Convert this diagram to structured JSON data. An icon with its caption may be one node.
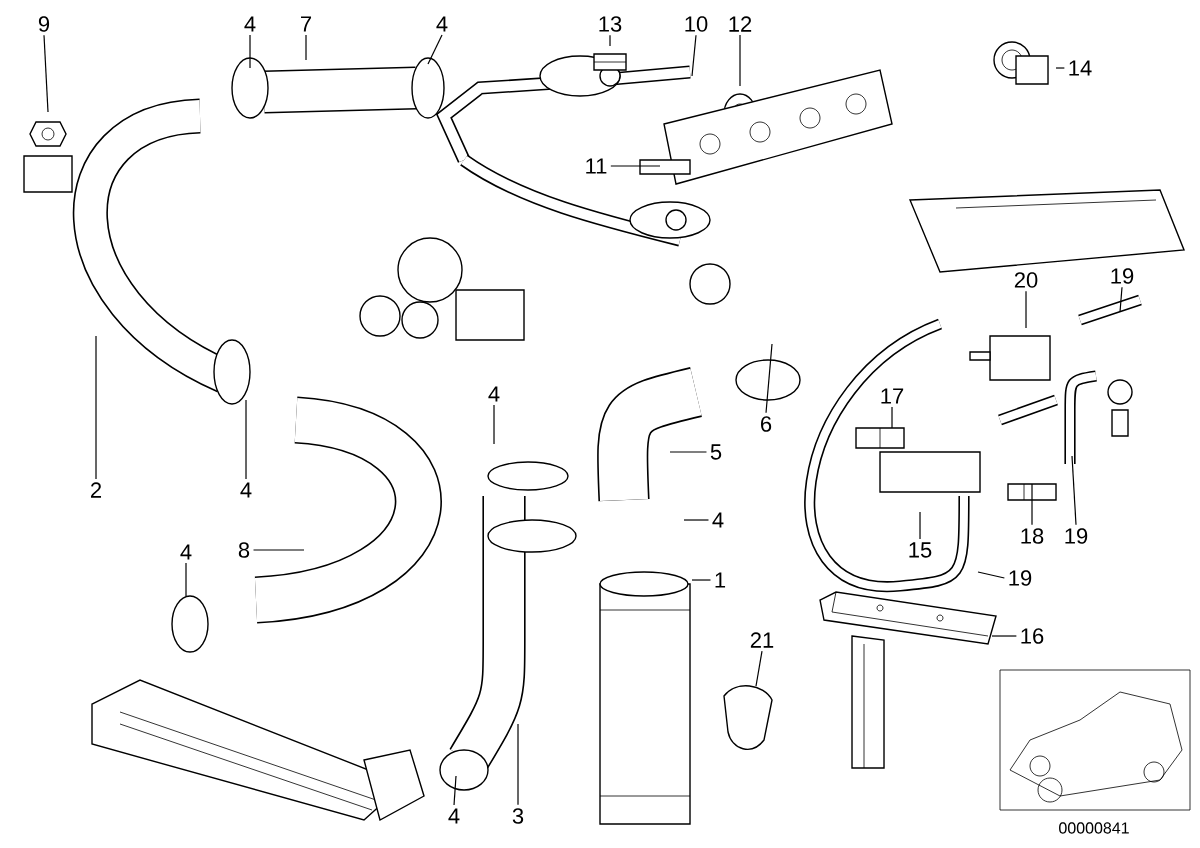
{
  "diagram": {
    "nodes": [
      {
        "text": [
          "9"
        ]
      },
      {
        "text": [
          "4"
        ]
      },
      {
        "text": [
          "7"
        ]
      },
      {
        "text": [
          "4"
        ]
      },
      {
        "text": [
          "13"
        ]
      },
      {
        "text": [
          "10"
        ]
      },
      {
        "text": [
          "12"
        ]
      },
      {
        "text": [
          "14"
        ]
      },
      {
        "text": [
          "11"
        ]
      },
      {
        "text": [
          "20"
        ]
      },
      {
        "text": [
          "19"
        ]
      },
      {
        "text": [
          "4"
        ]
      },
      {
        "text": [
          "17"
        ]
      },
      {
        "text": [
          "6"
        ]
      },
      {
        "text": [
          "5"
        ]
      },
      {
        "text": [
          "2"
        ]
      },
      {
        "text": [
          "4"
        ]
      },
      {
        "text": [
          "4"
        ]
      },
      {
        "text": [
          "18"
        ]
      },
      {
        "text": [
          "19"
        ]
      },
      {
        "text": [
          "8"
        ]
      },
      {
        "text": [
          "15"
        ]
      },
      {
        "text": [
          "4"
        ]
      },
      {
        "text": [
          "19"
        ]
      },
      {
        "text": [
          "1"
        ]
      },
      {
        "text": [
          "16"
        ]
      },
      {
        "text": [
          "21"
        ]
      },
      {
        "text": [
          "4"
        ]
      },
      {
        "text": [
          "3"
        ]
      }
    ],
    "edges": [
      {
        "from": 0,
        "to": null,
        "arrow": "none"
      },
      {
        "from": 1,
        "to": null,
        "arrow": "none"
      },
      {
        "from": 2,
        "to": null,
        "arrow": "none"
      },
      {
        "from": 3,
        "to": null,
        "arrow": "none"
      },
      {
        "from": 4,
        "to": null,
        "arrow": "none"
      },
      {
        "from": 5,
        "to": null,
        "arrow": "none"
      },
      {
        "from": 6,
        "to": null,
        "arrow": "none"
      },
      {
        "from": 7,
        "to": null,
        "arrow": "none"
      },
      {
        "from": 8,
        "to": null,
        "arrow": "none"
      },
      {
        "from": 9,
        "to": null,
        "arrow": "none"
      },
      {
        "from": 10,
        "to": null,
        "arrow": "none"
      },
      {
        "from": 11,
        "to": null,
        "arrow": "none"
      },
      {
        "from": 12,
        "to": null,
        "arrow": "none"
      },
      {
        "from": 13,
        "to": null,
        "arrow": "none"
      },
      {
        "from": 14,
        "to": null,
        "arrow": "none"
      },
      {
        "from": 15,
        "to": null,
        "arrow": "none"
      },
      {
        "from": 16,
        "to": null,
        "arrow": "none"
      },
      {
        "from": 17,
        "to": null,
        "arrow": "none"
      },
      {
        "from": 18,
        "to": null,
        "arrow": "none"
      },
      {
        "from": 19,
        "to": null,
        "arrow": "none"
      },
      {
        "from": 20,
        "to": null,
        "arrow": "none"
      },
      {
        "from": 21,
        "to": null,
        "arrow": "none"
      },
      {
        "from": 22,
        "to": null,
        "arrow": "none"
      },
      {
        "from": 23,
        "to": null,
        "arrow": "none"
      },
      {
        "from": 24,
        "to": null,
        "arrow": "none"
      },
      {
        "from": 25,
        "to": null,
        "arrow": "none"
      },
      {
        "from": 26,
        "to": null,
        "arrow": "none"
      },
      {
        "from": 27,
        "to": null,
        "arrow": "none"
      },
      {
        "from": 28,
        "to": null,
        "arrow": "none"
      }
    ],
    "labels": [
      "00000841"
    ]
  }
}
